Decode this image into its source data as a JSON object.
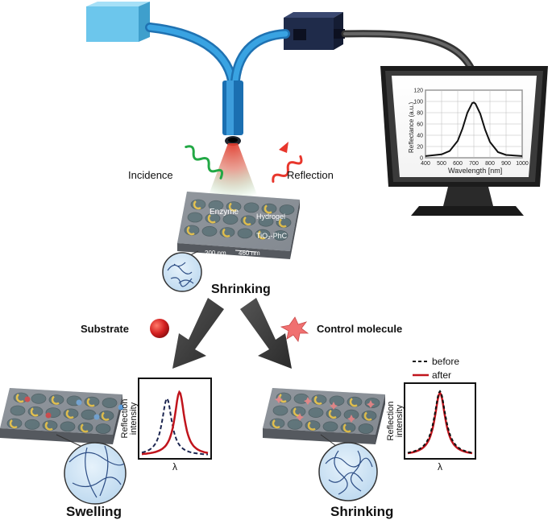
{
  "top": {
    "incidence_label": "Incidence",
    "reflection_label": "Reflection",
    "enzyme_label": "Enzyme",
    "hydrogel_label": "Hydrogel",
    "tio2_label": "TiO₂-PhC",
    "scale_200": "200 nm",
    "scale_460": "460 nm",
    "state_label": "Shrinking"
  },
  "monitor_chart": {
    "ylabel": "Reflectance (a.u.)",
    "xlabel": "Wavelength [nm]",
    "y_ticks": [
      "0",
      "20",
      "40",
      "60",
      "80",
      "100",
      "120"
    ],
    "x_ticks": [
      "400",
      "500",
      "600",
      "700",
      "800",
      "900",
      "1000"
    ]
  },
  "middle": {
    "substrate_label": "Substrate",
    "control_label": "Control molecule"
  },
  "bottom_left": {
    "ylabel_line1": "Reflection",
    "ylabel_line2": "intensity",
    "xlabel": "λ",
    "state_label": "Swelling"
  },
  "bottom_right": {
    "ylabel_line1": "Reflection",
    "ylabel_line2": "intensity",
    "xlabel": "λ",
    "legend_before": "before",
    "legend_after": "after",
    "state_label": "Shrinking"
  },
  "colors": {
    "fiber_blue": "#2d8fd4",
    "box_cyan": "#6cc6ec",
    "box_navy": "#1f2b4a",
    "incidence_wave": "#22a845",
    "reflection_wave": "#e8362c",
    "substrate_red": "#d32020",
    "control_pink": "#f07070",
    "after_red": "#c0141c",
    "before_black": "#111111"
  },
  "chart_data": [
    {
      "type": "line",
      "title": "",
      "xlabel": "Wavelength [nm]",
      "ylabel": "Reflectance (a.u.)",
      "xlim": [
        400,
        1000
      ],
      "ylim": [
        0,
        120
      ],
      "series": [
        {
          "x": [
            400,
            500,
            550,
            600,
            630,
            660,
            690,
            700,
            710,
            740,
            770,
            800,
            850,
            900,
            1000
          ],
          "y": [
            3,
            6,
            12,
            30,
            52,
            80,
            97,
            98,
            96,
            78,
            50,
            28,
            10,
            5,
            3
          ]
        }
      ]
    },
    {
      "type": "line",
      "xlabel": "λ",
      "ylabel": "Reflection intensity",
      "series": [
        {
          "name": "before",
          "style": "dashed",
          "peak": 0.38,
          "width": 0.09
        },
        {
          "name": "after",
          "style": "solid",
          "peak": 0.57,
          "width": 0.09
        }
      ]
    },
    {
      "type": "line",
      "xlabel": "λ",
      "ylabel": "Reflection intensity",
      "series": [
        {
          "name": "before",
          "style": "dashed",
          "peak": 0.5,
          "width": 0.1
        },
        {
          "name": "after",
          "style": "solid",
          "peak": 0.5,
          "width": 0.1
        }
      ]
    }
  ]
}
